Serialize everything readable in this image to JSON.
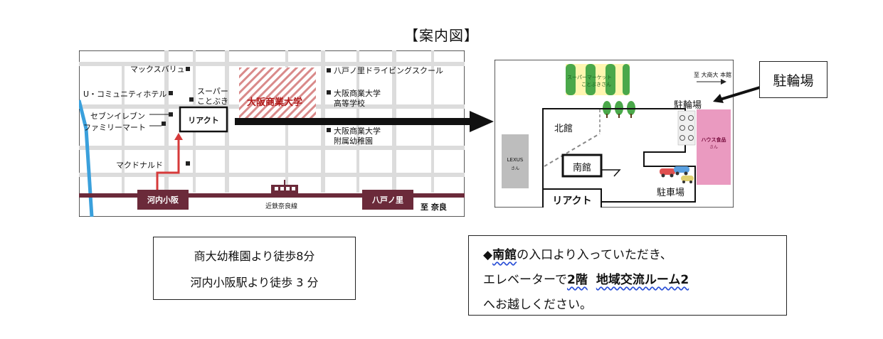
{
  "title": "【案内図】",
  "street_map": {
    "landmarks": {
      "maxvalu": "マックスバリュ",
      "u_community": "U・コミュニティホテル",
      "super_line1": "スーパー",
      "super_line2": "ことぶき",
      "seven": "セブンイレブン",
      "family": "ファミリーマート",
      "mcdonalds": "マクドナルド",
      "university": "大阪商業大学",
      "driving": "八戸ノ里ドライビングスクール",
      "highschool_line1": "大阪商業大学",
      "highschool_line2": "高等学校",
      "kinder_line1": "大阪商業大学",
      "kinder_line2": "附属幼稚園",
      "react": "リアクト"
    },
    "stations": {
      "kawachi": "河内小阪",
      "yaeno": "八戸ノ里",
      "line_name": "近鉄奈良線",
      "to_nara": "至 奈良"
    }
  },
  "site_map": {
    "bike_callout": "駐輪場",
    "supermarket_line1": "スーパーマーケット",
    "supermarket_line2": "ことぶきさん",
    "to_university": "至 大商大 本館",
    "bike_parking": "駐輪場",
    "north_building": "北館",
    "south_building": "南館",
    "lexus_line1": "LEXUS",
    "lexus_line2": "さん",
    "house_foods_line1": "ハウス食品",
    "house_foods_line2": "さん",
    "car_parking": "駐車場",
    "react": "リアクト"
  },
  "access": {
    "line1": "商大幼稚園より徒歩8分",
    "line2": "河内小阪駅より徒歩 3 分"
  },
  "instructions": {
    "diamond": "◆",
    "building": "南館",
    "line1_rest": "の入口より入っていただき、",
    "line2_prefix": "エレベーターで",
    "line2_floor": "2階",
    "line2_room": "地域交流ルーム2",
    "line3": "へお越しください。"
  },
  "colors": {
    "rail": "#6b2a3a",
    "route": "#d63a3a",
    "river": "#3aa0dc",
    "university_stripe": "#d98a8a",
    "green": "#4aa84a",
    "pink": "#ea9ac0",
    "lexus": "#bdbdbd"
  }
}
